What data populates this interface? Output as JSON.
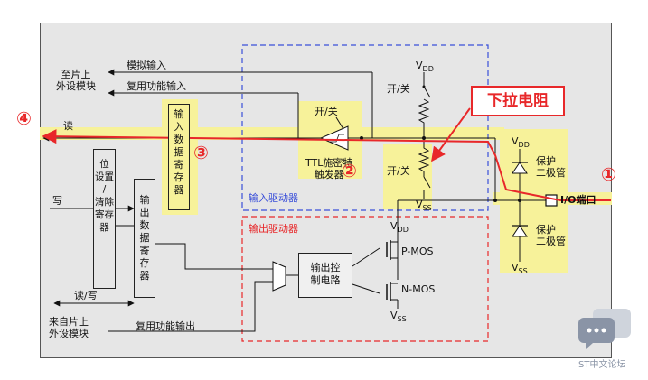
{
  "labels": {
    "to_peripheral": "至片上\n外设模块",
    "analog_input": "模拟输入",
    "alt_func_input": "复用功能输入",
    "read": "读",
    "write": "写",
    "read_write": "读/写",
    "from_peripheral": "来自片上\n外设模块",
    "alt_func_output": "复用功能输出",
    "bit_set_reset_reg": "位\n设置\n/\n清除\n寄存\n器",
    "input_data_reg": "输\n入\n数\n据\n寄\n存\n器",
    "output_data_reg": "输\n出\n数\n据\n寄\n存\n器",
    "on_off_top": "开/关",
    "on_off_bottom": "开/关",
    "ttl_schmitt": "TTL施密特\n触发器",
    "input_driver": "输入驱动器",
    "output_driver": "输出驱动器",
    "output_control": "输出控\n制电路",
    "pmos": "P-MOS",
    "nmos": "N-MOS",
    "protect_diode_top": "保护\n二极管",
    "protect_diode_bottom": "保护\n二极管",
    "io_pin": "I/O端口",
    "vdd": "V",
    "vdd_sub": "DD",
    "vss": "V",
    "vss_sub": "SS",
    "pull_down_callout": "下拉电阻",
    "num1": "①",
    "num2": "②",
    "num3": "③",
    "num4": "④",
    "watermark": "ST中文论坛"
  },
  "colors": {
    "highlight_yellow": "#f7f29a",
    "signal_red": "#e8282a",
    "input_driver_border": "#3a4fd9",
    "output_driver_border": "#e8282a",
    "panel_gray": "#e6e6e6"
  }
}
